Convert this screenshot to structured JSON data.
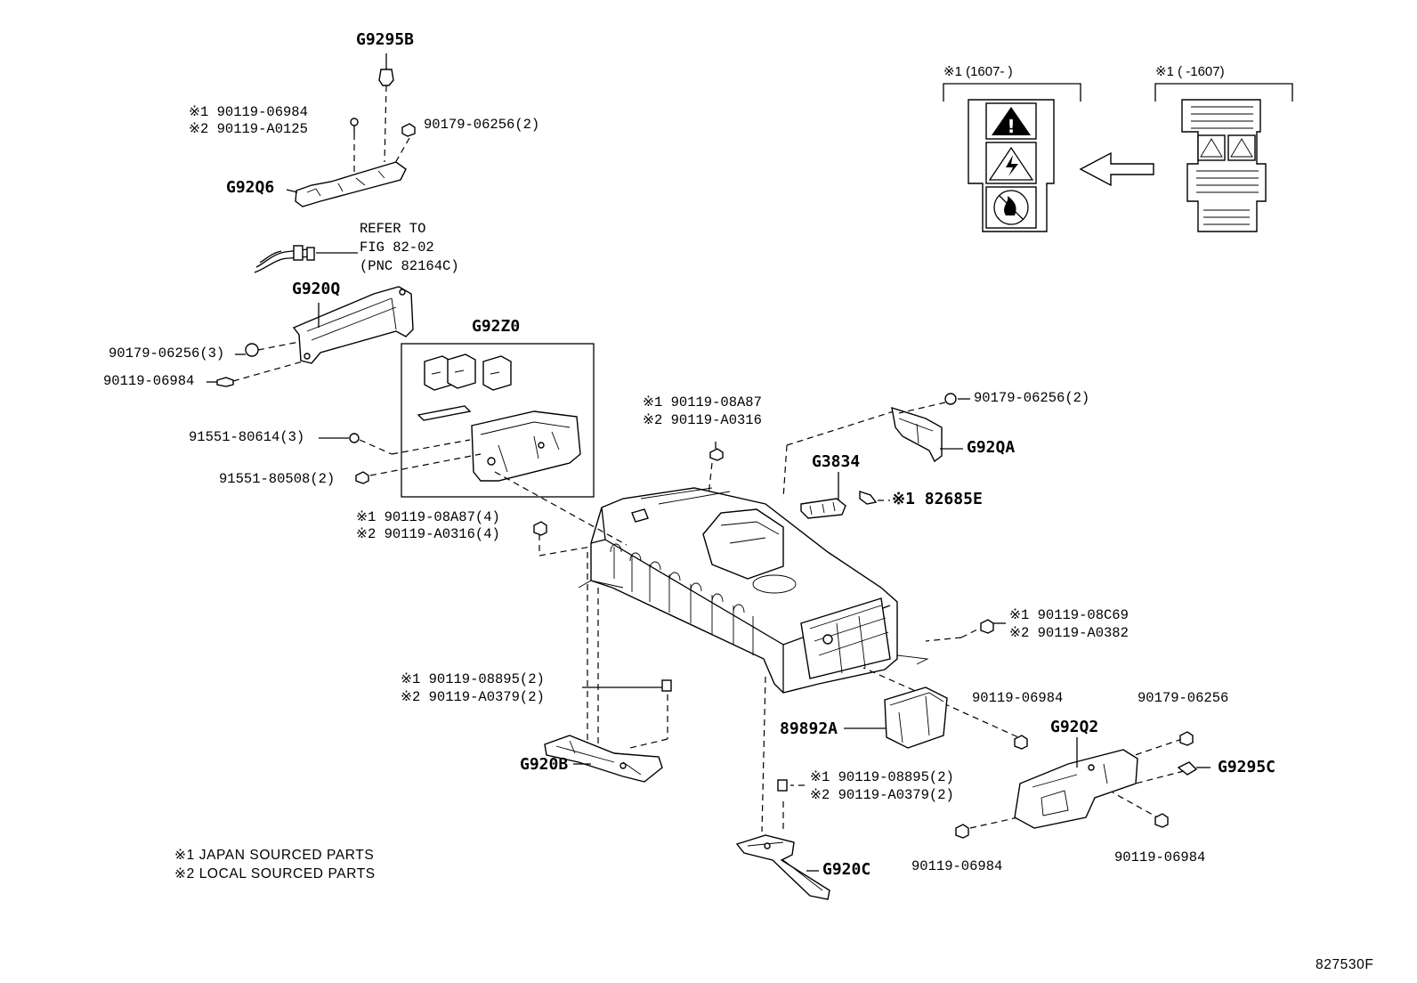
{
  "labels": {
    "g9295b": "G9295B",
    "b1_line1": "※1 90119-06984",
    "b1_line2": "※2 90119-A0125",
    "nut1": "90179-06256(2)",
    "g92q6": "G92Q6",
    "refer1": "REFER TO",
    "refer2": "FIG 82-02",
    "refer3": "(PNC 82164C)",
    "g920q": "G920Q",
    "nut3": "90179-06256(3)",
    "bolt3": "90119-06984",
    "g92z0": "G92Z0",
    "clip1": "91551-80614(3)",
    "clip2": "91551-80508(2)",
    "a87_line1": "※1 90119-08A87",
    "a87_line2": "※2 90119-A0316",
    "a874_line1": "※1 90119-08A87(4)",
    "a874_line2": "※2 90119-A0316(4)",
    "nut_right": "90179-06256(2)",
    "g92qa": "G92QA",
    "g3834": "G3834",
    "p82685e": "※1 82685E",
    "c69_line1": "※1 90119-08C69",
    "c69_line2": "※2 90119-A0382",
    "b895_line1": "※1 90119-08895(2)",
    "b895_line2": "※2 90119-A0379(2)",
    "g920b": "G920B",
    "p89892a": "89892A",
    "bolt_mid": "90119-06984",
    "g92q2": "G92Q2",
    "nut_g92q2": "90179-06256",
    "g9295c": "G9295C",
    "b895b_line1": "※1 90119-08895(2)",
    "b895b_line2": "※2 90119-A0379(2)",
    "g920c": "G920C",
    "bolt_bl": "90119-06984",
    "bolt_br": "90119-06984",
    "note1": "※1 JAPAN SOURCED PARTS",
    "note2": "※2 LOCAL SOURCED PARTS",
    "fig_no": "827530F",
    "inset_new": "※1 (1607-      )",
    "inset_old": "※1 (      -1607)"
  },
  "icons": [
    "warning-icon",
    "high-voltage-icon",
    "no-fire-icon"
  ]
}
